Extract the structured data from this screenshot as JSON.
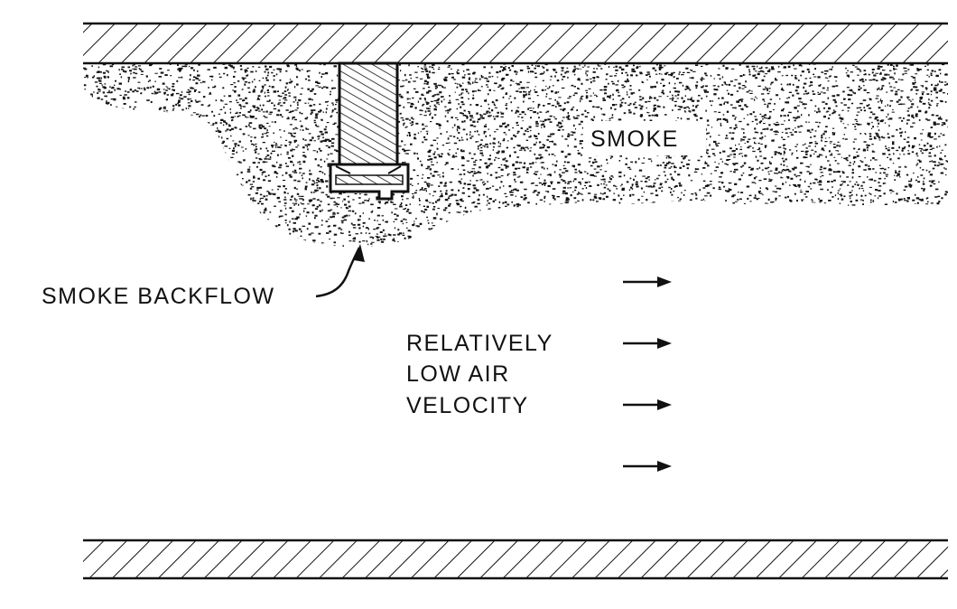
{
  "labels": {
    "smoke": "SMOKE",
    "smoke_backflow": "SMOKE BACKFLOW",
    "velocity_line1": "RELATIVELY",
    "velocity_line2": "LOW AIR",
    "velocity_line3": "VELOCITY"
  },
  "colors": {
    "ink": "#111111",
    "background": "#ffffff"
  }
}
